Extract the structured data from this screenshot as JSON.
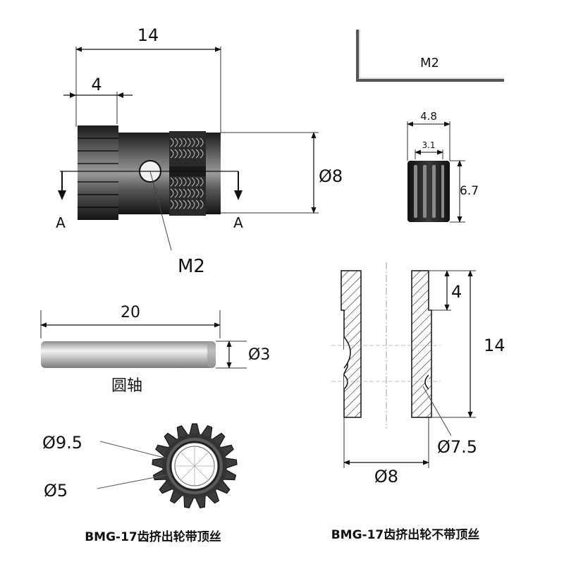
{
  "gear_side_view": {
    "length": "14",
    "gear_length": "4",
    "diameter": "Ø8",
    "section_left": "A",
    "section_right": "A",
    "screw_label": "M2"
  },
  "hex_key": {
    "label": "M2"
  },
  "needle_bearing": {
    "outer": "4.8",
    "inner": "3.1",
    "height": "6.7"
  },
  "shaft": {
    "length": "20",
    "diameter": "Ø3",
    "name": "圆轴"
  },
  "gear_end_view": {
    "outer_diameter": "Ø9.5",
    "bore_diameter": "Ø5",
    "caption": "BMG-17齿挤出轮带顶丝"
  },
  "section_view": {
    "gear_length": "4",
    "length": "14",
    "groove_diameter": "Ø7.5",
    "diameter": "Ø8",
    "caption": "BMG-17齿挤出轮不带顶丝"
  }
}
